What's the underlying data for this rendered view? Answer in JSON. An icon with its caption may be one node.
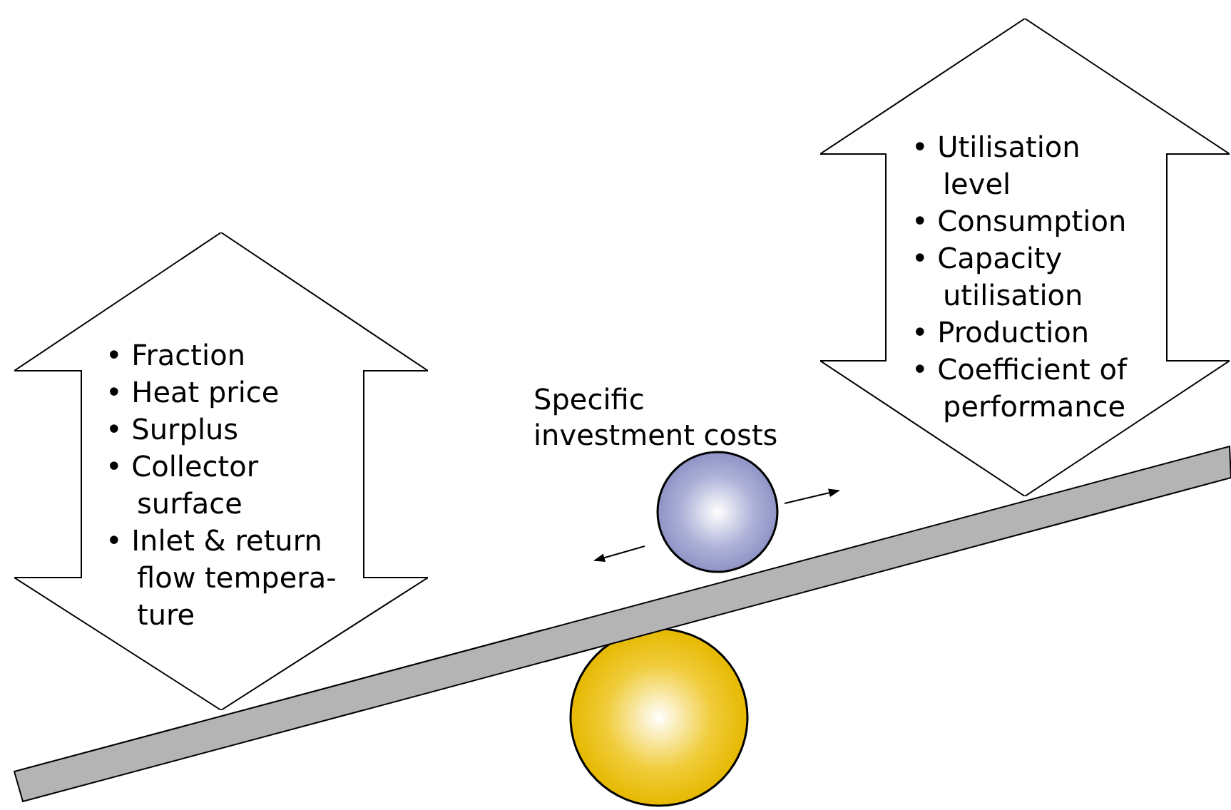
{
  "diagram": {
    "nodes": [
      {
        "text": [
          "• Fraction",
          "• Heat price",
          "• Surplus",
          "• Collector surface",
          "• Inlet & return flow tempera-ture"
        ]
      },
      {
        "text": [
          "• Utilisation level",
          "• Consumption",
          "• Capacity utilisation",
          "• Production",
          "• Coefficient of performance"
        ]
      }
    ],
    "labels": [
      "Specific investment costs"
    ]
  }
}
